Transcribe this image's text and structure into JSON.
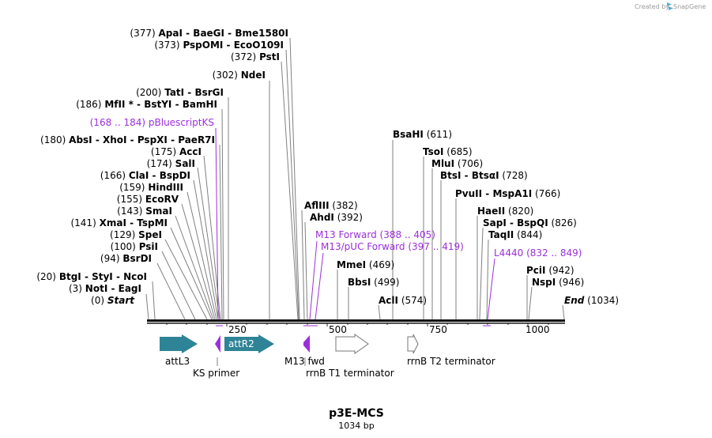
{
  "credit": {
    "prefix": "Created by",
    "brand": "SnapGene"
  },
  "map": {
    "name": "p3E-MCS",
    "length_label": "1034 bp"
  },
  "axis_ticks": [
    "250",
    "500",
    "750",
    "1000"
  ],
  "enzymes": [
    {
      "pos": "(377)",
      "items": [
        "ApaI",
        "BaeGI",
        "Bme1580I"
      ]
    },
    {
      "pos": "(373)",
      "items": [
        "PspOMI",
        "EcoO109I"
      ]
    },
    {
      "pos": "(372)",
      "items": [
        "PstI"
      ]
    },
    {
      "pos": "(302)",
      "items": [
        "NdeI"
      ]
    },
    {
      "pos": "(200)",
      "items": [
        "TatI",
        "BsrGI"
      ]
    },
    {
      "pos": "(186)",
      "items": [
        "MfII *",
        "BstYI",
        "BamHI"
      ]
    },
    {
      "pos": "(180)",
      "items": [
        "AbsI",
        "XhoI",
        "PspXI",
        "PaeR7I"
      ]
    },
    {
      "pos": "(175)",
      "items": [
        "AccI"
      ]
    },
    {
      "pos": "(174)",
      "items": [
        "SalI"
      ]
    },
    {
      "pos": "(166)",
      "items": [
        "ClaI",
        "BspDI"
      ]
    },
    {
      "pos": "(159)",
      "items": [
        "HindIII"
      ]
    },
    {
      "pos": "(155)",
      "items": [
        "EcoRV"
      ]
    },
    {
      "pos": "(143)",
      "items": [
        "SmaI"
      ]
    },
    {
      "pos": "(141)",
      "items": [
        "XmaI",
        "TspMI"
      ]
    },
    {
      "pos": "(129)",
      "items": [
        "SpeI"
      ]
    },
    {
      "pos": "(100)",
      "items": [
        "PsiI"
      ]
    },
    {
      "pos": "(94)",
      "items": [
        "BsrDI"
      ]
    },
    {
      "pos": "(20)",
      "items": [
        "BtgI",
        "StyI",
        "NcoI"
      ]
    },
    {
      "pos": "(3)",
      "items": [
        "NotI",
        "EagI"
      ]
    },
    {
      "pos": "(0)",
      "items": [
        "Start"
      ]
    },
    {
      "pos": "(382)",
      "items": [
        "AflIII"
      ]
    },
    {
      "pos": "(392)",
      "items": [
        "AhdI"
      ]
    },
    {
      "pos": "(469)",
      "items": [
        "MmeI"
      ]
    },
    {
      "pos": "(499)",
      "items": [
        "BbsI"
      ]
    },
    {
      "pos": "(574)",
      "items": [
        "AclI"
      ]
    },
    {
      "pos": "(611)",
      "items": [
        "BsaHI"
      ]
    },
    {
      "pos": "(685)",
      "items": [
        "TsoI"
      ]
    },
    {
      "pos": "(706)",
      "items": [
        "MluI"
      ]
    },
    {
      "pos": "(728)",
      "items": [
        "BtsI",
        "BtsαI"
      ]
    },
    {
      "pos": "(766)",
      "items": [
        "PvuII",
        "MspA1I"
      ]
    },
    {
      "pos": "(820)",
      "items": [
        "HaeII"
      ]
    },
    {
      "pos": "(826)",
      "items": [
        "SapI",
        "BspQI"
      ]
    },
    {
      "pos": "(844)",
      "items": [
        "TaqII"
      ]
    },
    {
      "pos": "(942)",
      "items": [
        "PciI"
      ]
    },
    {
      "pos": "(946)",
      "items": [
        "NspI"
      ]
    },
    {
      "pos": "(1034)",
      "items": [
        "End"
      ]
    }
  ],
  "primer_sites": [
    {
      "name": "pBluescriptKS",
      "range": "(168 .. 184)"
    },
    {
      "name": "M13 Forward",
      "range": "(388 .. 405)"
    },
    {
      "name": "M13/pUC Forward",
      "range": "(397 .. 419)"
    },
    {
      "name": "L4440",
      "range": "(832 .. 849)"
    }
  ],
  "features": [
    {
      "name": "attL3"
    },
    {
      "name": "KS primer"
    },
    {
      "name": "attR2"
    },
    {
      "name": "M13 fwd"
    },
    {
      "name": "rrnB T1 terminator"
    },
    {
      "name": "rrnB T2 terminator"
    }
  ],
  "colors": {
    "feature": "#2e8496",
    "primer": "#9b30d9",
    "terminator_fill": "#ffffff",
    "line": "#808080"
  }
}
